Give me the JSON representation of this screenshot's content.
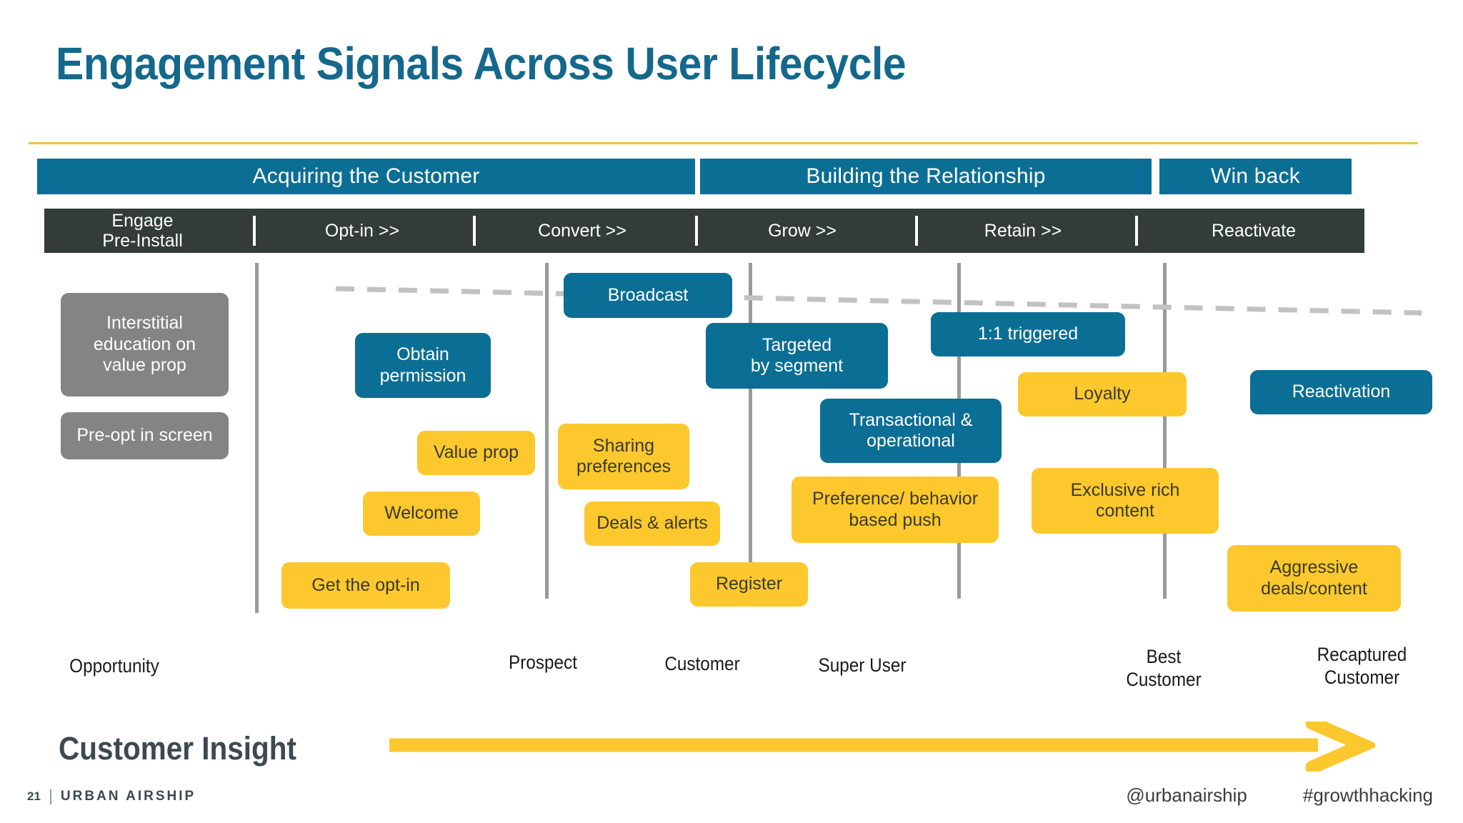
{
  "title": "Engagement Signals Across User Lifecycle",
  "colors": {
    "teal": "#0b6e95",
    "title_teal": "#14688c",
    "yellow": "#fcc82d",
    "rule_yellow": "#f0c33c",
    "grey_box": "#848484",
    "grey_line": "#9a9a9a",
    "dark_bar": "#333b3b",
    "white": "#ffffff"
  },
  "phases": [
    {
      "label": "Acquiring the Customer"
    },
    {
      "label": "Building the Relationship"
    },
    {
      "label": "Win back"
    }
  ],
  "stages": [
    {
      "label": "Engage\nPre-Install"
    },
    {
      "label": "Opt-in >>"
    },
    {
      "label": "Convert >>"
    },
    {
      "label": "Grow >>"
    },
    {
      "label": "Retain >>"
    },
    {
      "label": "Reactivate"
    }
  ],
  "nodes": [
    {
      "label": "Interstitial\neducation on\nvalue prop",
      "color": "grey"
    },
    {
      "label": "Pre-opt in screen",
      "color": "grey"
    },
    {
      "label": "Obtain\npermission",
      "color": "blue"
    },
    {
      "label": "Value prop",
      "color": "yellow"
    },
    {
      "label": "Welcome",
      "color": "yellow"
    },
    {
      "label": "Get the opt-in",
      "color": "yellow"
    },
    {
      "label": "Broadcast",
      "color": "blue"
    },
    {
      "label": "Sharing\npreferences",
      "color": "yellow"
    },
    {
      "label": "Deals & alerts",
      "color": "yellow"
    },
    {
      "label": "Targeted\nby segment",
      "color": "blue"
    },
    {
      "label": "Register",
      "color": "yellow"
    },
    {
      "label": "1:1 triggered",
      "color": "blue"
    },
    {
      "label": "Transactional &\noperational",
      "color": "blue"
    },
    {
      "label": "Preference/ behavior\nbased push",
      "color": "yellow"
    },
    {
      "label": "Loyalty",
      "color": "yellow"
    },
    {
      "label": "Exclusive rich\ncontent",
      "color": "yellow"
    },
    {
      "label": "Reactivation",
      "color": "blue"
    },
    {
      "label": "Aggressive\ndeals/content",
      "color": "yellow"
    }
  ],
  "outcomes": [
    {
      "label": "Opportunity"
    },
    {
      "label": "Prospect"
    },
    {
      "label": "Customer"
    },
    {
      "label": "Super User"
    },
    {
      "label": "Best\nCustomer"
    },
    {
      "label": "Recaptured\nCustomer"
    }
  ],
  "insight": {
    "label": "Customer Insight"
  },
  "footer": {
    "page": "21",
    "brand": "URBAN AIRSHIP",
    "handle": "@urbanairship",
    "hashtag": "#growthhacking"
  }
}
